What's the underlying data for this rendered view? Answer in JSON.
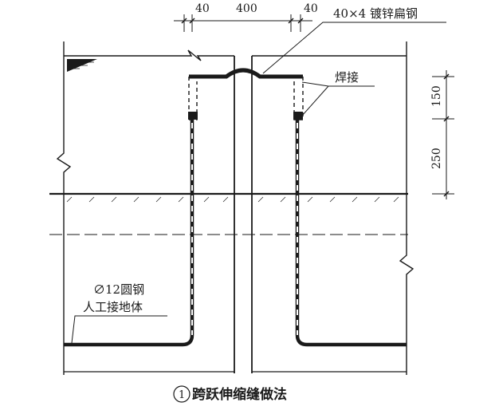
{
  "dimensions": {
    "top": [
      "40",
      "400",
      "40"
    ],
    "right": [
      "150",
      "250"
    ]
  },
  "labels": {
    "flat_steel": "40×4 镀锌扁钢",
    "welding": "焊接",
    "round_steel": "∅12圆钢",
    "earth_body": "人工接地体"
  },
  "caption": {
    "number": "1",
    "text": "跨跃伸缩缝做法"
  }
}
